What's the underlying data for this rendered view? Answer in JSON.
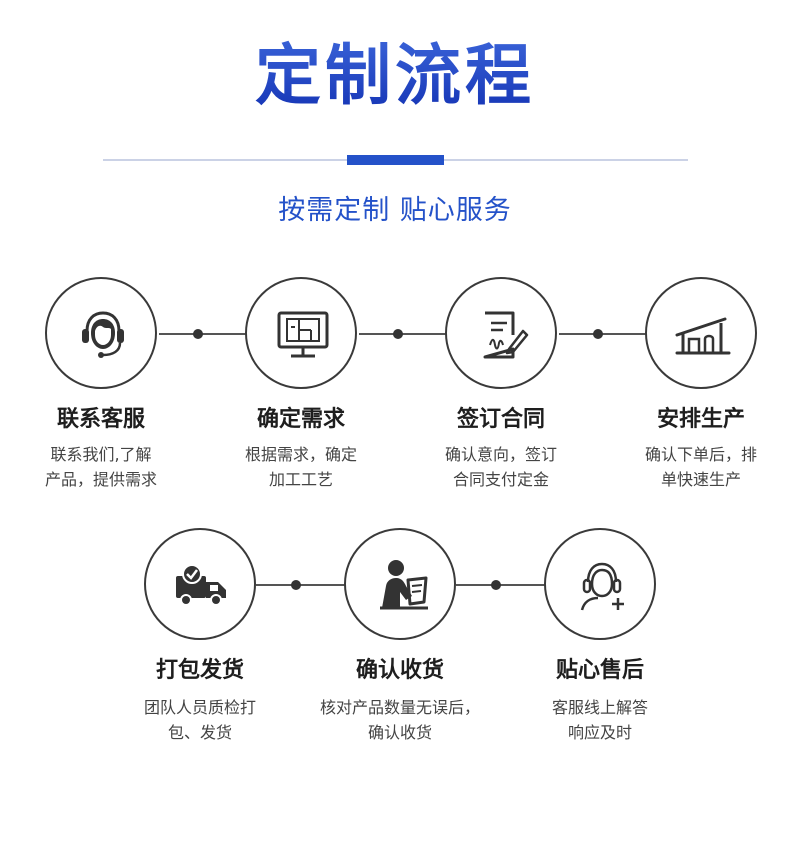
{
  "header": {
    "title": "定制流程",
    "subtitle": "按需定制 贴心服务"
  },
  "row1": [
    {
      "icon": "headset-agent-icon",
      "title": "联系客服",
      "desc1": "联系我们,了解",
      "desc2": "产品，提供需求"
    },
    {
      "icon": "monitor-floorplan-icon",
      "title": "确定需求",
      "desc1": "根据需求，确定",
      "desc2": "加工工艺"
    },
    {
      "icon": "contract-sign-icon",
      "title": "签订合同",
      "desc1": "确认意向，签订",
      "desc2": "合同支付定金"
    },
    {
      "icon": "factory-icon",
      "title": "安排生产",
      "desc1": "确认下单后，排",
      "desc2": "单快速生产"
    }
  ],
  "row2": [
    {
      "icon": "delivery-truck-icon",
      "title": "打包发货",
      "desc1": "团队人员质检打",
      "desc2": "包、发货"
    },
    {
      "icon": "person-checking-icon",
      "title": "确认收货",
      "desc1": "核对产品数量无误后，",
      "desc2": "确认收货"
    },
    {
      "icon": "after-sales-support-icon",
      "title": "贴心售后",
      "desc1": "客服线上解答",
      "desc2": "响应及时"
    }
  ]
}
